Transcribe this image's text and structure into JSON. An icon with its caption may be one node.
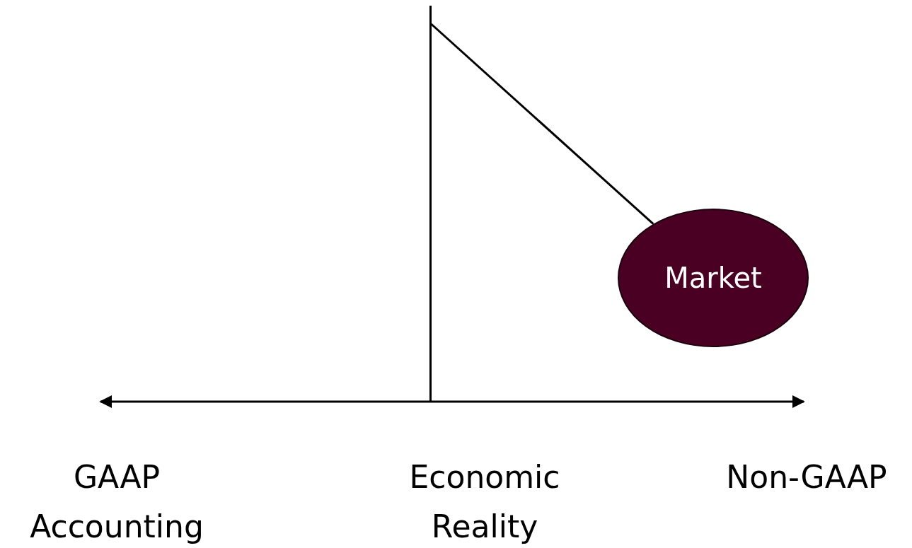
{
  "diagram": {
    "nodes": [
      {
        "text": [],
        "shape": "bar"
      },
      {
        "text": [
          "Market"
        ]
      }
    ],
    "edges": [
      {
        "from": 0,
        "to": 1,
        "arrow": "none"
      }
    ],
    "labels": [
      "GAAP Accounting",
      "Economic Reality",
      "Non-GAAP"
    ]
  }
}
